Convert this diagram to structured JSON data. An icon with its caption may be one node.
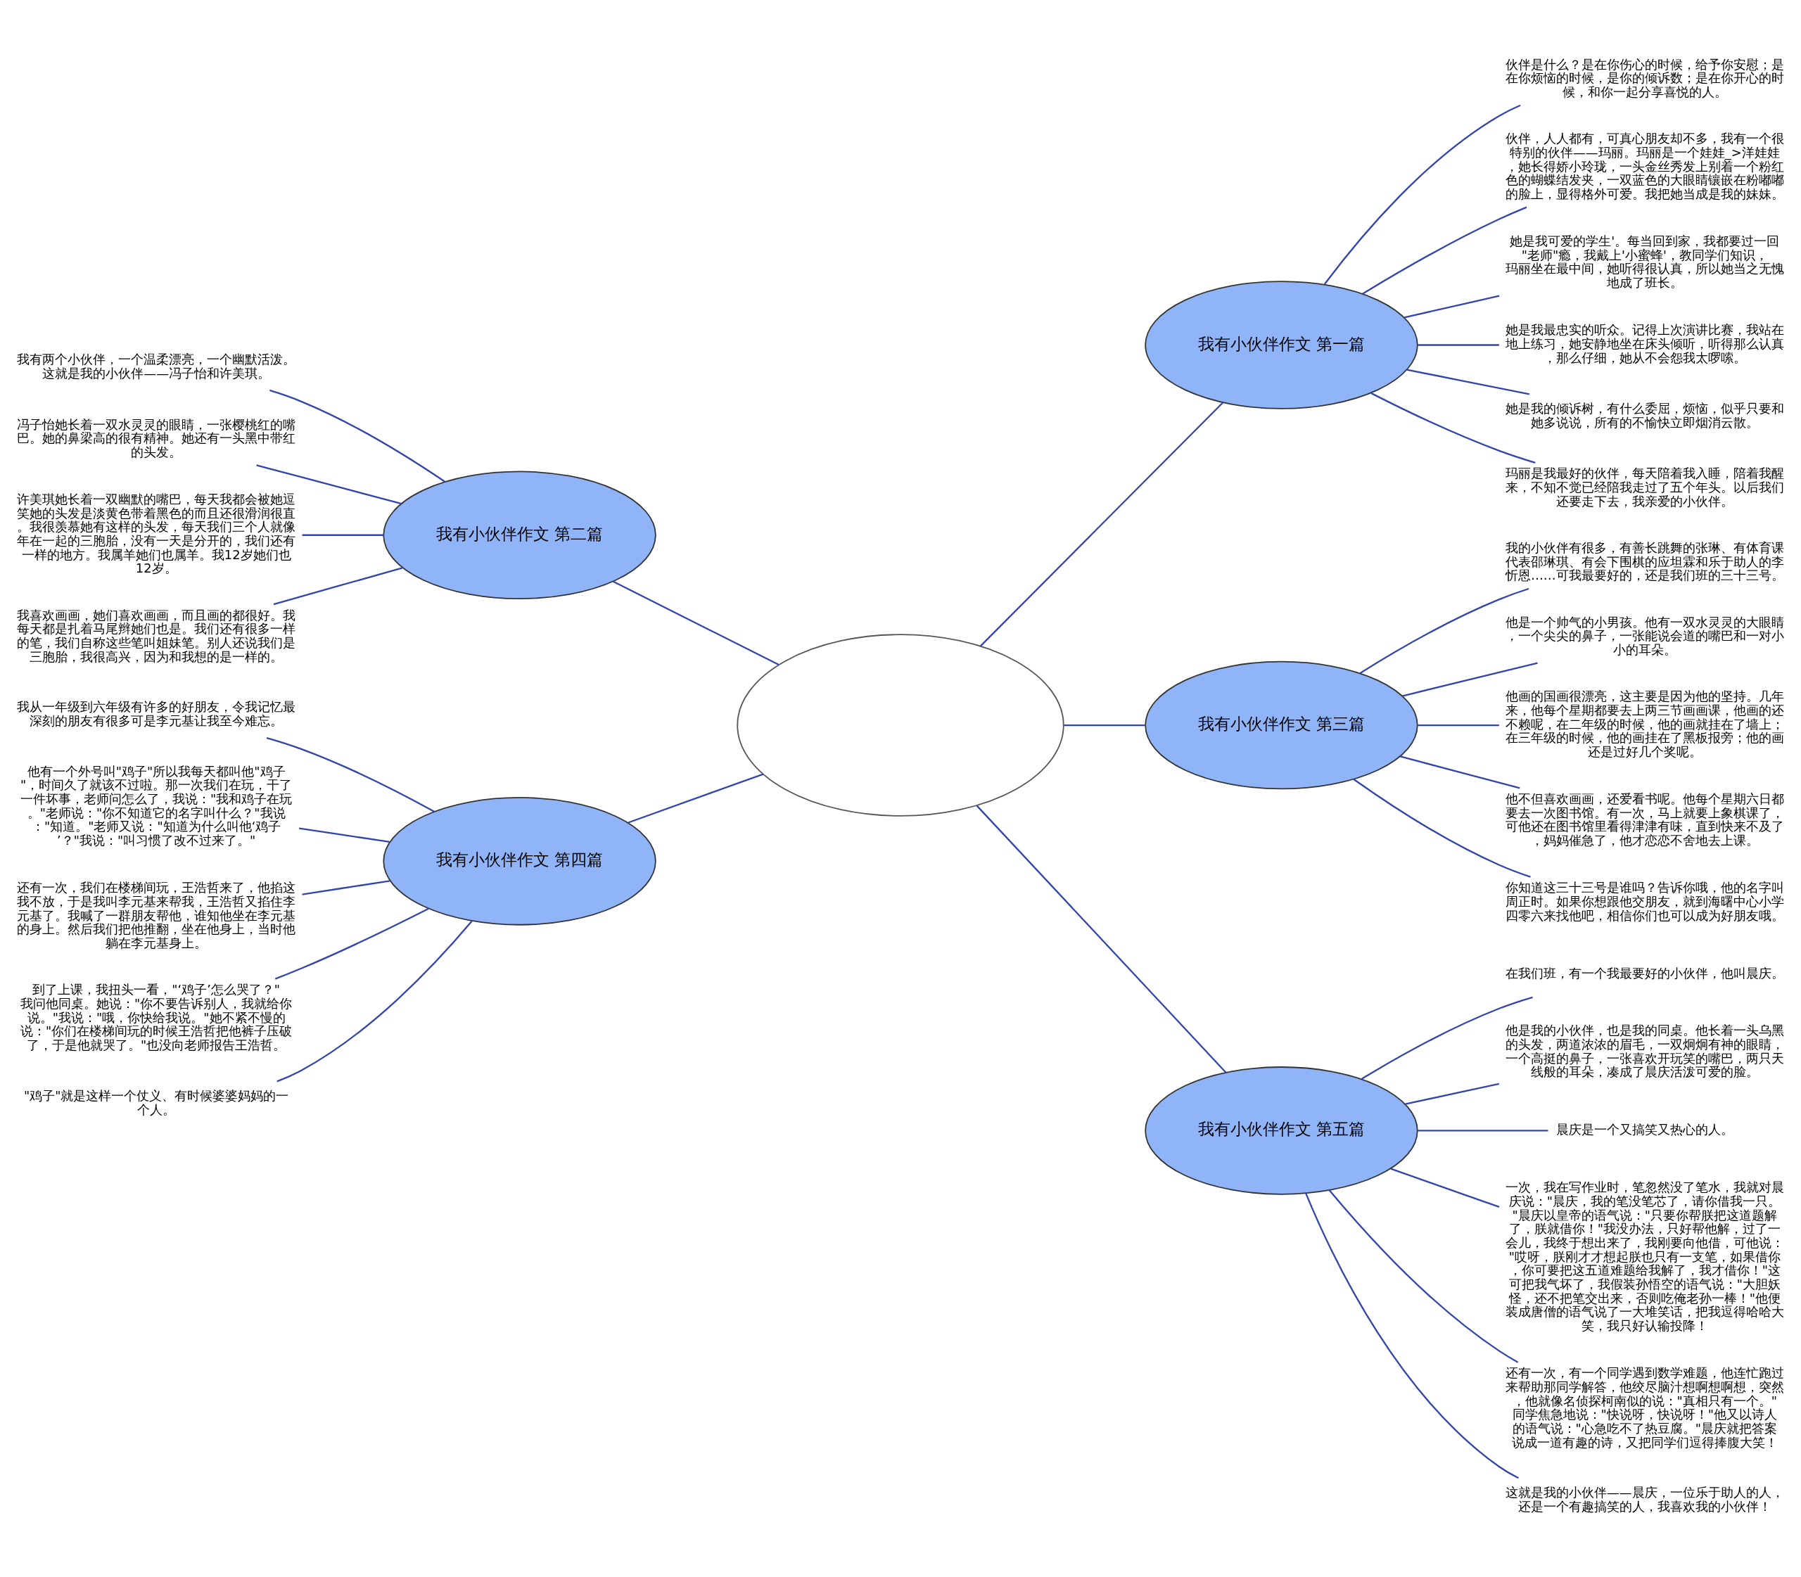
{
  "diagram": {
    "nodes": [
      {
        "text": [],
        "shape": "cloud"
      },
      {
        "text": [
          "我有小伙伴作文 第二篇"
        ]
      },
      {
        "text": [
          "我有两个小伙伴，一个温柔漂亮，一个幽默活泼。这就是我的小伙伴——冯子怡和许美琪。"
        ]
      },
      {
        "text": [
          "冯子怡她长着一双水灵灵的眼睛，一张樱桃红的嘴巴。她的鼻梁高的很有精神。她还有一头黑中带红的头发。"
        ]
      },
      {
        "text": [
          "许美琪她长着一双幽默的嘴巴，每天我都会被她逗笑她的头发是淡黄色带着黑色的而且还很滑润很直。我很羡慕她有这样的头发，每天我们三个人就像年在一起的三胞胎，没有一天是分开的，我们还有一样的地方。我属羊她们也属羊。我12岁她们也12岁。"
        ]
      },
      {
        "text": [
          "我喜欢画画，她们喜欢画画，而且画的都很好。我每天都是扎着马尾辫她们也是。我们还有很多一样的笔，我们自称这些笔叫姐妹笔。别人还说我们是三胞胎，我很高兴，因为和我想的是一样的。"
        ]
      },
      {
        "text": [
          "我有小伙伴作文 第四篇"
        ]
      },
      {
        "text": [
          "我从一年级到六年级有许多的好朋友，令我记忆最深刻的朋友有很多可是李元基让我至今难忘。"
        ]
      },
      {
        "text": [
          "他有一个外号叫\"鸡子\"所以我每天都叫他\"鸡子\"，时间久了就该不过啦。那一次我们在玩，干了一件坏事，老师问怎么了，我说：\"我和鸡子在玩。\"老师说：\"你不知道它的名字叫什么？\"我说：\"知道。\"老师又说：\"知道为什么叫他‘鸡子’？\"我说：\"叫习惯了改不过来了。\""
        ]
      },
      {
        "text": [
          "还有一次，我们在楼梯间玩，王浩哲来了，他掐这我不放，于是我叫李元基来帮我，王浩哲又掐住李元基了。我喊了一群朋友帮他，谁知他坐在李元基的身上。然后我们把他推翻，坐在他身上，当时他躺在李元基身上。"
        ]
      },
      {
        "text": [
          "到了上课，我扭头一看，\"‘鸡子’怎么哭了？\"我问他同桌。她说：\"你不要告诉别人，我就给你说。\"我说：\"哦，你快给我说。\"她不紧不慢的说：\"你们在楼梯间玩的时候王浩哲把他裤子压破了，于是他就哭了。\"也没向老师报告王浩哲。"
        ]
      },
      {
        "text": [
          "\"鸡子\"就是这样一个仗义、有时候婆婆妈妈的一个人。"
        ]
      },
      {
        "text": [
          "我有小伙伴作文 第一篇"
        ]
      },
      {
        "text": [
          "伙伴是什么？是在你伤心的时候，给予你安慰；是在你烦恼的时候，是你的倾诉数；是在你开心的时候，和你一起分享喜悦的人。"
        ]
      },
      {
        "text": [
          "伙伴，人人都有，可真心朋友却不多，我有一个很特别的伙伴——玛丽。玛丽是一个娃娃_>洋娃娃，她长得娇小玲珑，一头金丝秀发上别着一个粉红色的蝴蝶结发夹，一双蓝色的大眼睛镶嵌在粉嘟嘟的脸上，显得格外可爱。我把她当成是我的妹妹。"
        ]
      },
      {
        "text": [
          "她是我可爱的学生'。每当回到家，我都要过一回\"老师\"瘾，我戴上'小蜜蜂'，教同学们知识，玛丽坐在最中间，她听得很认真，所以她当之无愧地成了班长。"
        ]
      },
      {
        "text": [
          "她是我最忠实的听众。记得上次演讲比赛，我站在地上练习，她安静地坐在床头倾听，听得那么认真，那么仔细，她从不会怨我太啰嗦。"
        ]
      },
      {
        "text": [
          "她是我的倾诉树，有什么委屈，烦恼，似乎只要和她多说说，所有的不愉快立即烟消云散。"
        ]
      },
      {
        "text": [
          "玛丽是我最好的伙伴，每天陪着我入睡，陪着我醒来，不知不觉已经陪我走过了五个年头。以后我们还要走下去，我亲爱的小伙伴。"
        ]
      },
      {
        "text": [
          "我有小伙伴作文 第三篇"
        ]
      },
      {
        "text": [
          "我的小伙伴有很多，有善长跳舞的张琳、有体育课代表邵琳琪、有会下围棋的应坦霖和乐于助人的李忻恩……可我最要好的，还是我们班的三十三号。"
        ]
      },
      {
        "text": [
          "他是一个帅气的小男孩。他有一双水灵灵的大眼睛，一个尖尖的鼻子，一张能说会道的嘴巴和一对小小的耳朵。"
        ]
      },
      {
        "text": [
          "他画的国画很漂亮，这主要是因为他的坚持。几年来，他每个星期都要去上两三节画画课，他画的还不赖呢，在二年级的时候，他的画就挂在了墙上；在三年级的时候，他的画挂在了黑板报旁；他的画还是过好几个奖呢。"
        ]
      },
      {
        "text": [
          "他不但喜欢画画，还爱看书呢。他每个星期六日都要去一次图书馆。有一次，马上就要上象棋课了，可他还在图书馆里看得津津有味，直到快来不及了，妈妈催急了，他才恋恋不舍地去上课。"
        ]
      },
      {
        "text": [
          "你知道这三十三号是谁吗？告诉你哦，他的名字叫周正时。如果你想跟他交朋友，就到海曙中心小学四零六来找他吧，相信你们也可以成为好朋友哦。"
        ]
      },
      {
        "text": [
          "我有小伙伴作文 第五篇"
        ]
      },
      {
        "text": [
          "在我们班，有一个我最要好的小伙伴，他叫晨庆。"
        ]
      },
      {
        "text": [
          "他是我的小伙伴，也是我的同桌。他长着一头乌黑的头发，两道浓浓的眉毛，一双炯炯有神的眼睛，一个高挺的鼻子，一张喜欢开玩笑的嘴巴，两只天线般的耳朵，凑成了晨庆活泼可爱的脸。"
        ]
      },
      {
        "text": [
          "晨庆是一个又搞笑又热心的人。"
        ]
      },
      {
        "text": [
          "一次，我在写作业时，笔忽然没了笔水，我就对晨庆说：\"晨庆，我的笔没笔芯了，请你借我一只。\"晨庆以皇帝的语气说：\"只要你帮朕把这道题解了，朕就借你！\"我没办法，只好帮他解，过了一会儿，我终于想出来了，我刚要向他借，可他说：\"哎呀，朕刚才才想起朕也只有一支笔，如果借你，你可要把这五道难题给我解了，我才借你！\"这可把我气坏了，我假装孙悟空的语气说：\"大胆妖怪，还不把笔交出来，否则吃俺老孙一棒！\"他便装成唐僧的语气说了一大堆笑话，把我逗得哈哈大笑，我只好认输投降！"
        ]
      },
      {
        "text": [
          "还有一次，有一个同学遇到数学难题，他连忙跑过来帮助那同学解答，他绞尽脑汁想啊想啊想，突然，他就像名侦探柯南似的说：\"真相只有一个。\"同学焦急地说：\"快说呀，快说呀！\"他又以诗人的语气说：\"心急吃不了热豆腐。\"晨庆就把答案说成一道有趣的诗，又把同学们逗得捧腹大笑！"
        ]
      },
      {
        "text": [
          "这就是我的小伙伴——晨庆，一位乐于助人的人，还是一个有趣搞笑的人，我喜欢我的小伙伴！"
        ]
      }
    ],
    "edges": [
      {
        "from": 0,
        "to": 1,
        "arrow": "none"
      },
      {
        "from": 1,
        "to": 2,
        "arrow": "none"
      },
      {
        "from": 1,
        "to": 3,
        "arrow": "none"
      },
      {
        "from": 1,
        "to": 4,
        "arrow": "none"
      },
      {
        "from": 1,
        "to": 5,
        "arrow": "none"
      },
      {
        "from": 0,
        "to": 6,
        "arrow": "none"
      },
      {
        "from": 6,
        "to": 7,
        "arrow": "none"
      },
      {
        "from": 6,
        "to": 8,
        "arrow": "none"
      },
      {
        "from": 6,
        "to": 9,
        "arrow": "none"
      },
      {
        "from": 6,
        "to": 10,
        "arrow": "none"
      },
      {
        "from": 6,
        "to": 11,
        "arrow": "none"
      },
      {
        "from": 0,
        "to": 12,
        "arrow": "none"
      },
      {
        "from": 12,
        "to": 13,
        "arrow": "none"
      },
      {
        "from": 12,
        "to": 14,
        "arrow": "none"
      },
      {
        "from": 12,
        "to": 15,
        "arrow": "none"
      },
      {
        "from": 12,
        "to": 16,
        "arrow": "none"
      },
      {
        "from": 12,
        "to": 17,
        "arrow": "none"
      },
      {
        "from": 12,
        "to": 18,
        "arrow": "none"
      },
      {
        "from": 0,
        "to": 19,
        "arrow": "none"
      },
      {
        "from": 19,
        "to": 20,
        "arrow": "none"
      },
      {
        "from": 19,
        "to": 21,
        "arrow": "none"
      },
      {
        "from": 19,
        "to": 22,
        "arrow": "none"
      },
      {
        "from": 19,
        "to": 23,
        "arrow": "none"
      },
      {
        "from": 19,
        "to": 24,
        "arrow": "none"
      },
      {
        "from": 0,
        "to": 25,
        "arrow": "none"
      },
      {
        "from": 25,
        "to": 26,
        "arrow": "none"
      },
      {
        "from": 25,
        "to": 27,
        "arrow": "none"
      },
      {
        "from": 25,
        "to": 28,
        "arrow": "none"
      },
      {
        "from": 25,
        "to": 29,
        "arrow": "none"
      },
      {
        "from": 25,
        "to": 30,
        "arrow": "none"
      },
      {
        "from": 25,
        "to": 31,
        "arrow": "none"
      }
    ]
  }
}
